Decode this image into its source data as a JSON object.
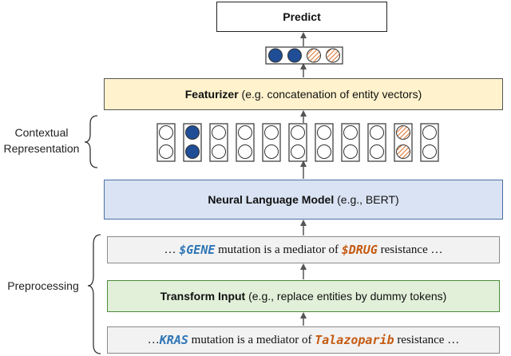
{
  "predict": {
    "label": "Predict"
  },
  "featurizer": {
    "name": "Featurizer",
    "detail": " (e.g. concatenation of entity vectors)"
  },
  "contextual": {
    "label_line1": "Contextual",
    "label_line2": "Representation"
  },
  "language_model": {
    "name": "Neural Language Model",
    "detail": " (e.g., BERT)"
  },
  "preprocessing": {
    "label": "Preprocessing",
    "output": {
      "prefix": "… ",
      "gene_token": "$GENE",
      "middle": " mutation is a mediator of ",
      "drug_token": "$DRUG",
      "suffix": " resistance …"
    },
    "transform": {
      "name": "Transform Input",
      "detail": " (e.g., replace entities by dummy tokens)"
    },
    "input": {
      "prefix": "…",
      "gene_entity": "KRAS",
      "middle": " mutation is a mediator of ",
      "drug_entity": "Talazoparib",
      "suffix": " resistance …"
    }
  },
  "colors": {
    "predict_bg": "#ffffff",
    "featurizer_bg": "#fff2cc",
    "language_model_bg": "#dae3f3",
    "transform_bg": "#e2f0d9",
    "text_box_bg": "#f2f2f2",
    "gene_color": "#2e75b6",
    "drug_color": "#c55a11",
    "filled_unit": "#1f4e96",
    "hatched_unit": "#e07b39"
  }
}
